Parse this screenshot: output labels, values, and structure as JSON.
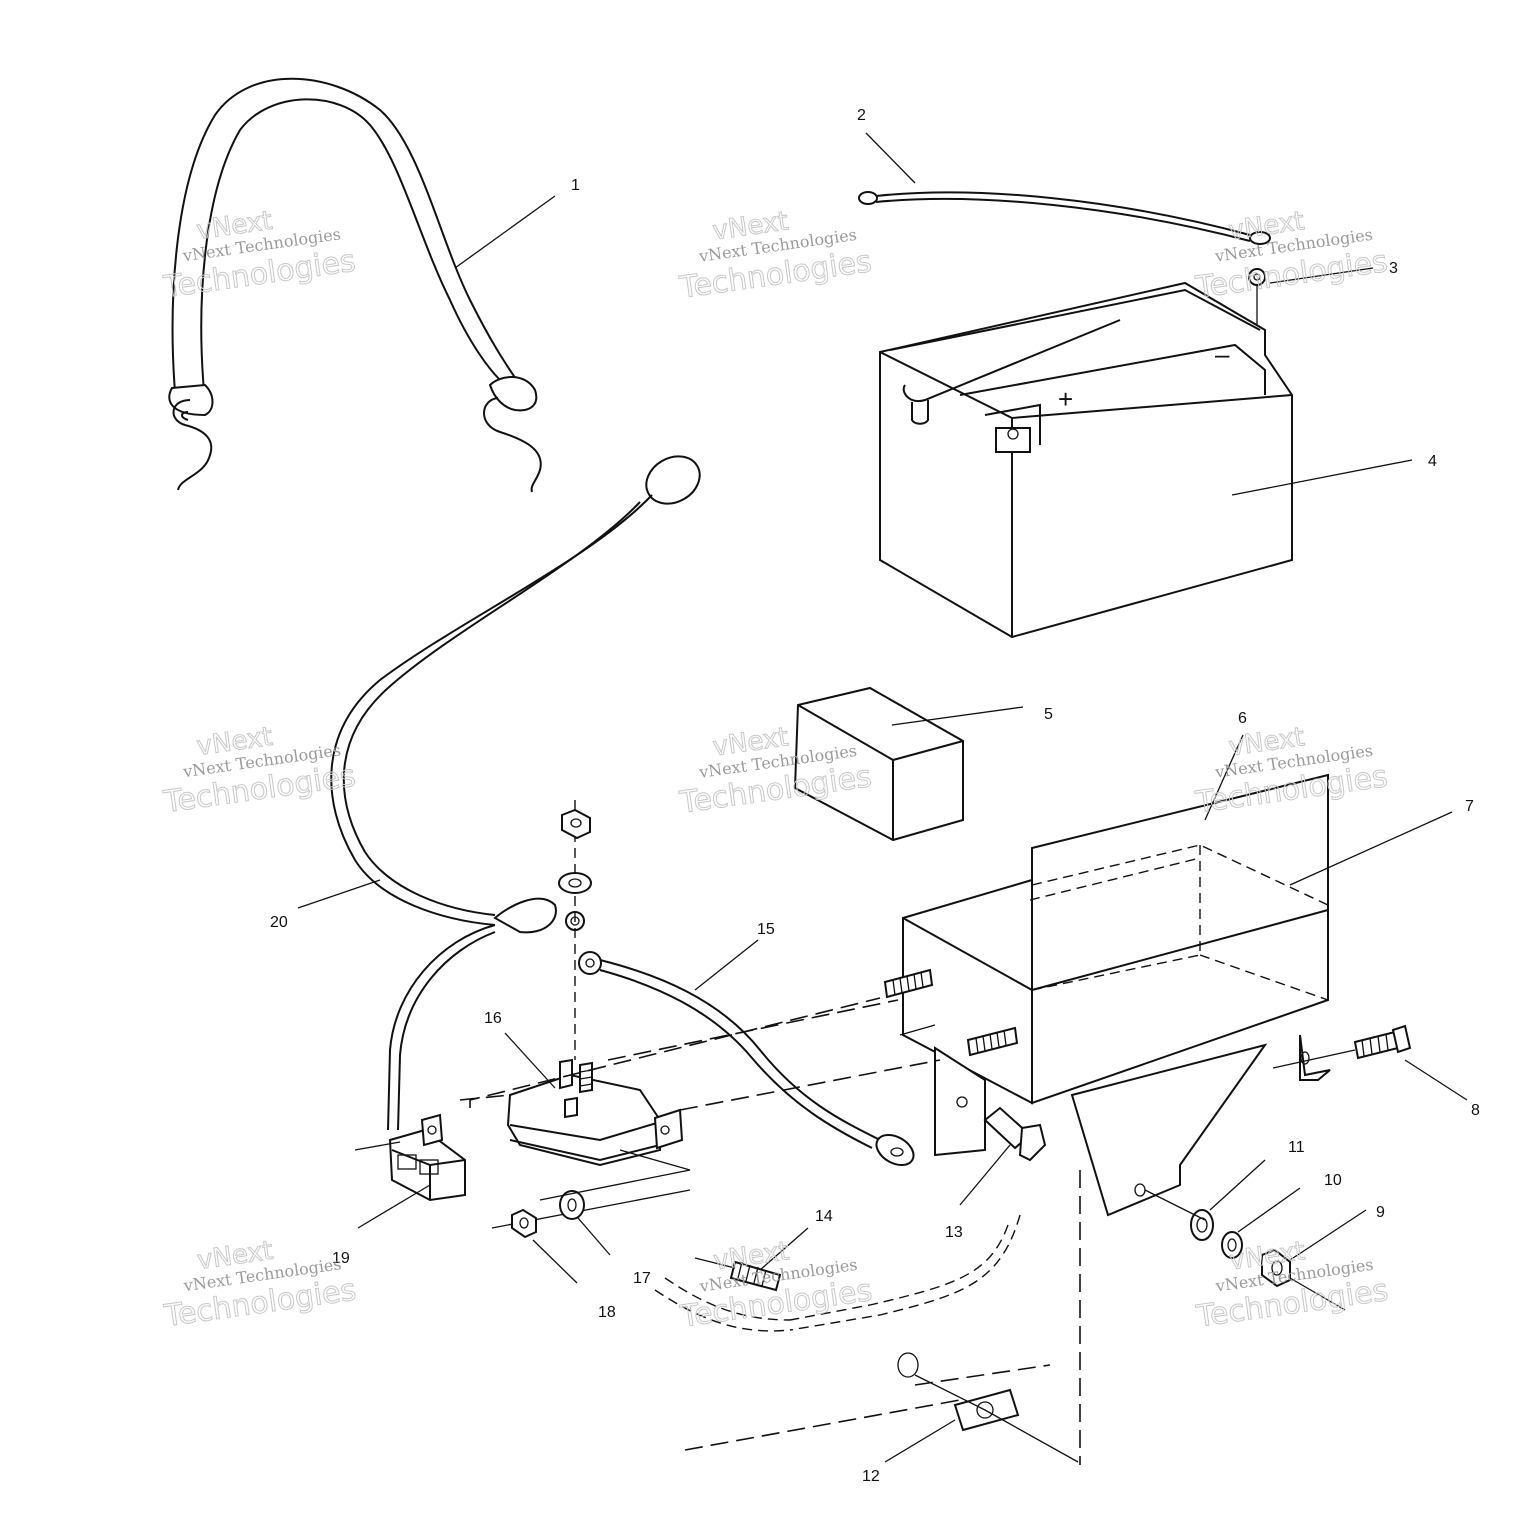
{
  "diagram": {
    "callouts": [
      {
        "id": "1",
        "label": "1"
      },
      {
        "id": "2",
        "label": "2"
      },
      {
        "id": "3",
        "label": "3"
      },
      {
        "id": "4",
        "label": "4"
      },
      {
        "id": "5",
        "label": "5"
      },
      {
        "id": "6",
        "label": "6"
      },
      {
        "id": "7",
        "label": "7"
      },
      {
        "id": "8",
        "label": "8"
      },
      {
        "id": "9",
        "label": "9"
      },
      {
        "id": "10",
        "label": "10"
      },
      {
        "id": "11",
        "label": "11"
      },
      {
        "id": "12",
        "label": "12"
      },
      {
        "id": "13",
        "label": "13"
      },
      {
        "id": "14",
        "label": "14"
      },
      {
        "id": "15",
        "label": "15"
      },
      {
        "id": "16",
        "label": "16"
      },
      {
        "id": "17",
        "label": "17"
      },
      {
        "id": "18",
        "label": "18"
      },
      {
        "id": "19",
        "label": "19"
      },
      {
        "id": "20",
        "label": "20"
      }
    ],
    "battery_symbols": {
      "plus": "+",
      "minus": "–"
    },
    "watermark": {
      "line1": "vNext",
      "line2": "vNext Technologies",
      "line3": "Technologies"
    }
  }
}
